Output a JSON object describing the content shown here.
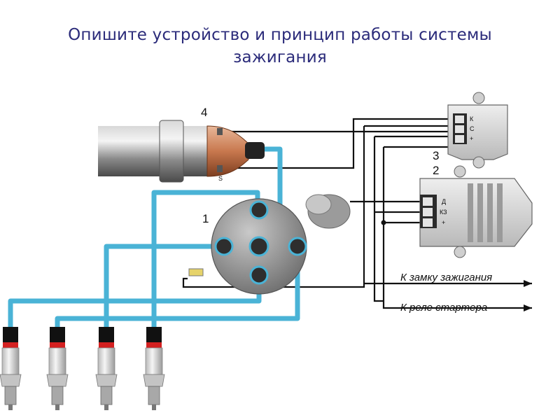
{
  "title": {
    "line1": "Опишите устройство и принцип работы системы",
    "line2": "зажигания"
  },
  "components": {
    "distributor_number": "1",
    "regulator_number": "2",
    "switch_number": "3",
    "coil_number": "4",
    "coil_terminal": "S"
  },
  "switch_terminals": [
    "К",
    "С",
    "+"
  ],
  "regulator_terminals": [
    "Д",
    "КЗ",
    "+"
  ],
  "destinations": {
    "ignition_lock": "К замку зажигания",
    "starter_relay": "К реле стартера"
  },
  "colors": {
    "hv_wire": "#4ab3d6",
    "wire": "#111111",
    "title": "#2b2b7a",
    "spark_red": "#d42020"
  }
}
